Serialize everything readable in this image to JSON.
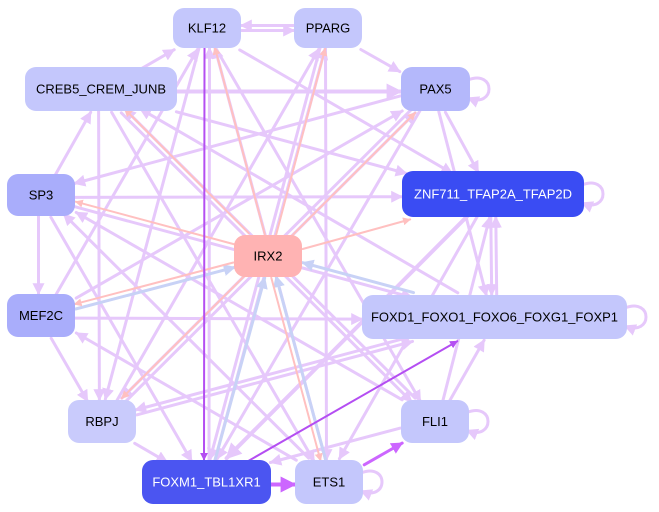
{
  "colors": {
    "background": "#ffffff",
    "edge_default": "#e6c8fb",
    "edge_salmon": "#ffc0c0",
    "edge_blue": "#c8d2f6",
    "edge_purple": "#b44ef2",
    "edge_strong": "#cc66ff",
    "node_light": "#c4c7fc",
    "node_mid": "#a9adfb",
    "node_dark": "#3a4cf3",
    "node_darker": "#4b55f1",
    "node_hub": "#ffb3b3"
  },
  "nodes": [
    {
      "id": "KLF12",
      "label": "KLF12",
      "fill": "#c4c7fc",
      "text": "#000000"
    },
    {
      "id": "PPARG",
      "label": "PPARG",
      "fill": "#c4c7fc",
      "text": "#000000"
    },
    {
      "id": "CREB5",
      "label": "CREB5_CREM_JUNB",
      "fill": "#c4c7fc",
      "text": "#000000"
    },
    {
      "id": "PAX5",
      "label": "PAX5",
      "fill": "#b4b8fb",
      "text": "#000000"
    },
    {
      "id": "SP3",
      "label": "SP3",
      "fill": "#a9adfb",
      "text": "#000000"
    },
    {
      "id": "ZNF711",
      "label": "ZNF711_TFAP2A_TFAP2D",
      "fill": "#3a4cf3",
      "text": "#ffffff"
    },
    {
      "id": "IRX2",
      "label": "IRX2",
      "fill": "#ffb3b3",
      "text": "#000000"
    },
    {
      "id": "MEF2C",
      "label": "MEF2C",
      "fill": "#a9adfb",
      "text": "#000000"
    },
    {
      "id": "FOXD1",
      "label": "FOXD1_FOXO1_FOXO6_FOXG1_FOXP1",
      "fill": "#c4c7fc",
      "text": "#000000"
    },
    {
      "id": "RBPJ",
      "label": "RBPJ",
      "fill": "#c9cbfc",
      "text": "#000000"
    },
    {
      "id": "FLI1",
      "label": "FLI1",
      "fill": "#c4c7fc",
      "text": "#000000"
    },
    {
      "id": "FOXM1",
      "label": "FOXM1_TBL1XR1",
      "fill": "#4b55f1",
      "text": "#ffffff"
    },
    {
      "id": "ETS1",
      "label": "ETS1",
      "fill": "#c4c7fc",
      "text": "#000000"
    }
  ],
  "edges": [
    {
      "from": "KLF12",
      "to": "PPARG",
      "color": "#e6c8fb",
      "weight": 3
    },
    {
      "from": "PPARG",
      "to": "KLF12",
      "color": "#e6c8fb",
      "weight": 3
    },
    {
      "from": "CREB5",
      "to": "KLF12",
      "color": "#e6c8fb",
      "weight": 3
    },
    {
      "from": "PPARG",
      "to": "PAX5",
      "color": "#e6c8fb",
      "weight": 3
    },
    {
      "from": "CREB5",
      "to": "PAX5",
      "color": "#e6c8fb",
      "weight": 4
    },
    {
      "from": "SP3",
      "to": "CREB5",
      "color": "#e6c8fb",
      "weight": 3
    },
    {
      "from": "PAX5",
      "to": "ZNF711",
      "color": "#e6c8fb",
      "weight": 3
    },
    {
      "from": "SP3",
      "to": "MEF2C",
      "color": "#e6c8fb",
      "weight": 3
    },
    {
      "from": "MEF2C",
      "to": "RBPJ",
      "color": "#e6c8fb",
      "weight": 3
    },
    {
      "from": "RBPJ",
      "to": "FOXM1",
      "color": "#e6c8fb",
      "weight": 3
    },
    {
      "from": "FOXM1",
      "to": "ETS1",
      "color": "#cc66ff",
      "weight": 4
    },
    {
      "from": "ETS1",
      "to": "FLI1",
      "color": "#cc66ff",
      "weight": 3
    },
    {
      "from": "FLI1",
      "to": "FOXD1",
      "color": "#e6c8fb",
      "weight": 3
    },
    {
      "from": "ZNF711",
      "to": "FOXD1",
      "color": "#e6c8fb",
      "weight": 3
    },
    {
      "from": "FOXD1",
      "to": "ZNF711",
      "color": "#e6c8fb",
      "weight": 3
    },
    {
      "from": "FOXM1",
      "to": "FOXD1",
      "color": "#b44ef2",
      "weight": 2
    },
    {
      "from": "KLF12",
      "to": "FOXM1",
      "color": "#b44ef2",
      "weight": 2
    },
    {
      "from": "FOXM1",
      "to": "KLF12",
      "color": "#e6c8fb",
      "weight": 3
    },
    {
      "from": "ETS1",
      "to": "IRX2",
      "color": "#c8d2f6",
      "weight": 3
    },
    {
      "from": "FOXM1",
      "to": "IRX2",
      "color": "#c8d2f6",
      "weight": 3
    },
    {
      "from": "FOXD1",
      "to": "IRX2",
      "color": "#c8d2f6",
      "weight": 3
    },
    {
      "from": "MEF2C",
      "to": "IRX2",
      "color": "#c8d2f6",
      "weight": 3
    },
    {
      "from": "IRX2",
      "to": "KLF12",
      "color": "#ffc0c0",
      "weight": 2
    },
    {
      "from": "IRX2",
      "to": "PPARG",
      "color": "#ffc0c0",
      "weight": 2
    },
    {
      "from": "IRX2",
      "to": "PAX5",
      "color": "#ffc0c0",
      "weight": 2
    },
    {
      "from": "IRX2",
      "to": "CREB5",
      "color": "#ffc0c0",
      "weight": 2
    },
    {
      "from": "IRX2",
      "to": "SP3",
      "color": "#ffc0c0",
      "weight": 2
    },
    {
      "from": "IRX2",
      "to": "ZNF711",
      "color": "#ffc0c0",
      "weight": 2
    },
    {
      "from": "IRX2",
      "to": "MEF2C",
      "color": "#ffc0c0",
      "weight": 2
    },
    {
      "from": "IRX2",
      "to": "RBPJ",
      "color": "#ffc0c0",
      "weight": 2
    },
    {
      "from": "IRX2",
      "to": "ETS1",
      "color": "#ffc0c0",
      "weight": 2
    },
    {
      "from": "SP3",
      "to": "ZNF711",
      "color": "#e6c8fb",
      "weight": 3
    },
    {
      "from": "SP3",
      "to": "FOXD1",
      "color": "#e6c8fb",
      "weight": 3
    },
    {
      "from": "SP3",
      "to": "FOXM1",
      "color": "#e6c8fb",
      "weight": 3
    },
    {
      "from": "MEF2C",
      "to": "FOXD1",
      "color": "#e6c8fb",
      "weight": 3
    },
    {
      "from": "MEF2C",
      "to": "PAX5",
      "color": "#e6c8fb",
      "weight": 3
    },
    {
      "from": "MEF2C",
      "to": "KLF12",
      "color": "#e6c8fb",
      "weight": 3
    },
    {
      "from": "RBPJ",
      "to": "PAX5",
      "color": "#e6c8fb",
      "weight": 3
    },
    {
      "from": "RBPJ",
      "to": "PPARG",
      "color": "#e6c8fb",
      "weight": 3
    },
    {
      "from": "CREB5",
      "to": "FLI1",
      "color": "#e6c8fb",
      "weight": 3
    },
    {
      "from": "CREB5",
      "to": "ETS1",
      "color": "#e6c8fb",
      "weight": 3
    },
    {
      "from": "KLF12",
      "to": "ZNF711",
      "color": "#e6c8fb",
      "weight": 3
    },
    {
      "from": "KLF12",
      "to": "FLI1",
      "color": "#e6c8fb",
      "weight": 3
    },
    {
      "from": "PPARG",
      "to": "ETS1",
      "color": "#e6c8fb",
      "weight": 3
    },
    {
      "from": "PPARG",
      "to": "FOXM1",
      "color": "#e6c8fb",
      "weight": 3
    },
    {
      "from": "PAX5",
      "to": "FOXM1",
      "color": "#e6c8fb",
      "weight": 3
    },
    {
      "from": "PAX5",
      "to": "RBPJ",
      "color": "#e6c8fb",
      "weight": 3
    },
    {
      "from": "ZNF711",
      "to": "FOXM1",
      "color": "#e6c8fb",
      "weight": 4
    },
    {
      "from": "ZNF711",
      "to": "ETS1",
      "color": "#e6c8fb",
      "weight": 3
    },
    {
      "from": "FLI1",
      "to": "SP3",
      "color": "#e6c8fb",
      "weight": 3
    },
    {
      "from": "FLI1",
      "to": "CREB5",
      "color": "#e6c8fb",
      "weight": 3
    },
    {
      "from": "ETS1",
      "to": "SP3",
      "color": "#e6c8fb",
      "weight": 3
    },
    {
      "from": "ETS1",
      "to": "MEF2C",
      "color": "#e6c8fb",
      "weight": 3
    },
    {
      "from": "FOXD1",
      "to": "RBPJ",
      "color": "#e6c8fb",
      "weight": 3
    },
    {
      "from": "FOXD1",
      "to": "CREB5",
      "color": "#e6c8fb",
      "weight": 3
    },
    {
      "from": "ETS1",
      "to": "KLF12",
      "color": "#e6c8fb",
      "weight": 3
    },
    {
      "from": "FOXM1",
      "to": "PPARG",
      "color": "#e6c8fb",
      "weight": 3
    },
    {
      "from": "CREB5",
      "to": "RBPJ",
      "color": "#e6c8fb",
      "weight": 3
    },
    {
      "from": "PAX5",
      "to": "SP3",
      "color": "#e6c8fb",
      "weight": 3
    },
    {
      "from": "PAX5",
      "to": "FOXD1",
      "color": "#e6c8fb",
      "weight": 3
    },
    {
      "from": "KLF12",
      "to": "RBPJ",
      "color": "#e6c8fb",
      "weight": 3
    },
    {
      "from": "RBPJ",
      "to": "FOXD1",
      "color": "#e6c8fb",
      "weight": 3
    },
    {
      "from": "FLI1",
      "to": "FOXM1",
      "color": "#e6c8fb",
      "weight": 3
    },
    {
      "from": "FLI1",
      "to": "ZNF711",
      "color": "#e6c8fb",
      "weight": 3
    },
    {
      "from": "CREB5",
      "to": "ZNF711",
      "color": "#e6c8fb",
      "weight": 3
    }
  ],
  "self_loops": [
    "PAX5",
    "ZNF711",
    "FOXD1",
    "FLI1",
    "ETS1"
  ]
}
